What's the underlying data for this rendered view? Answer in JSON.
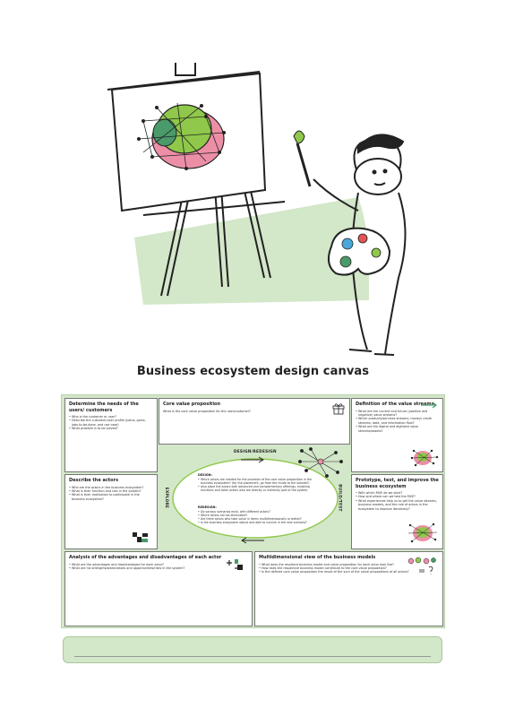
{
  "title": "Business ecosystem design canvas",
  "colors": {
    "canvas_green": "#d3e7c9",
    "shape_green": "#8fc84a",
    "shape_pink": "#ec8fa6",
    "shape_dark_green": "#4a9a6a",
    "palette_blue": "#4aa7d8",
    "palette_red": "#e25454"
  },
  "canvas": {
    "needs": {
      "heading": "Determine the needs of the users/ customers",
      "items": [
        "Who is the customer or user?",
        "Describe the customer/user profile (pains, gains, jobs-to-be-done, and use case)",
        "What problem is to be solved?"
      ]
    },
    "core": {
      "heading": "Core value proposition",
      "text": "What is the core value proposition for the user/customer?"
    },
    "definition": {
      "heading": "Definition of the value streams",
      "items": [
        "What are the current and future (positive and negative) value streams?",
        "Which products/services streams; money/ credit streams; data, and information flow?",
        "What are the digital and digitized value streams/assets?"
      ]
    },
    "actors": {
      "heading": "Describe the actors",
      "items": [
        "Who are the actors in the business ecosystem?",
        "What is their function and role in the system?",
        "What is their motivation to participate in the business ecosystem?"
      ]
    },
    "cycle": {
      "top_label": "DESIGN/REDESIGN",
      "left_label": "EXPLORE",
      "right_label": "BUILD/TEST",
      "first_heading": "DESIGN:",
      "first_items": [
        "Which actors are needed for the provision of the core value proposition in the business ecosystem? (for the placement, go from the inside to the outside!)",
        "Also place the actors with advanced and complementary offerings, enabling functions and other actors who are directly or indirectly part of the system."
      ],
      "second_heading": "REDESIGN:",
      "second_items": [
        "Do various scenarios exist, with different actors?",
        "Which actors can be eliminated?",
        "Are there actors who take value in items multidimensionally or better?",
        "Is the business ecosystem robust and able to survive in the new scenario?"
      ]
    },
    "prototype": {
      "heading": "Prototype, test, and improve the business ecosystem",
      "items": [
        "With which MVE do we start?",
        "How and where can we test the MVE?",
        "What experiences help us to get the value streams, business models, and the role of actors in the ecosystem to improve iteratively?"
      ]
    },
    "analysis": {
      "heading": "Analysis of the advantages and disadvantages of each actor",
      "items": [
        "What are the advantages and disadvantages for each actor?",
        "What are his strengths/weaknesses and opportunities/risks in the system?"
      ]
    },
    "multi": {
      "heading": "Multidimensional view of the business models",
      "items": [
        "What does the resultant business model and value proposition for each actor look like?",
        "How does the respective business model contribute to the core value proposition?",
        "Is the defined core value proposition the result of the sum of the value propositions of all actors?"
      ]
    }
  }
}
